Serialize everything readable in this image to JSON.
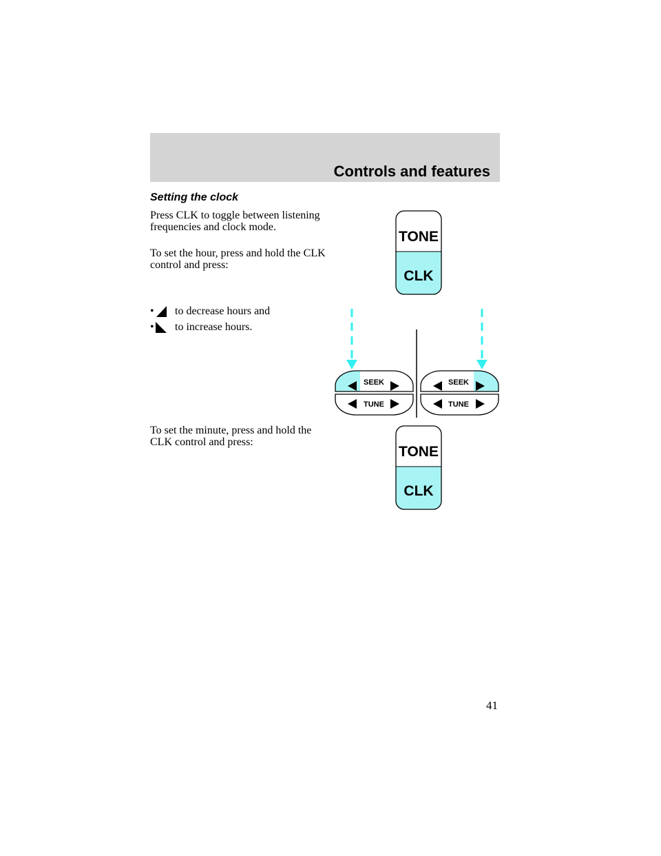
{
  "header": {
    "title": "Controls and features"
  },
  "section": {
    "heading": "Setting the clock"
  },
  "paragraphs": [
    "Press CLK to toggle between listening frequencies and clock mode.",
    "To set the hour, press and hold the CLK control and press:",
    "To set the minute, press and hold the CLK control and press:"
  ],
  "bullets": [
    {
      "icon": "left-triangle-icon",
      "text": "to decrease hours and"
    },
    {
      "icon": "right-triangle-icon",
      "text": "to increase hours."
    }
  ],
  "figure": {
    "tone_label": "TONE",
    "clk_label": "CLK",
    "seek_label": "SEEK",
    "tune_label": "TUNE",
    "highlight_color": "#a8f4f4",
    "arrow_color": "#33f0f0"
  },
  "footer": {
    "page_number": "41"
  }
}
